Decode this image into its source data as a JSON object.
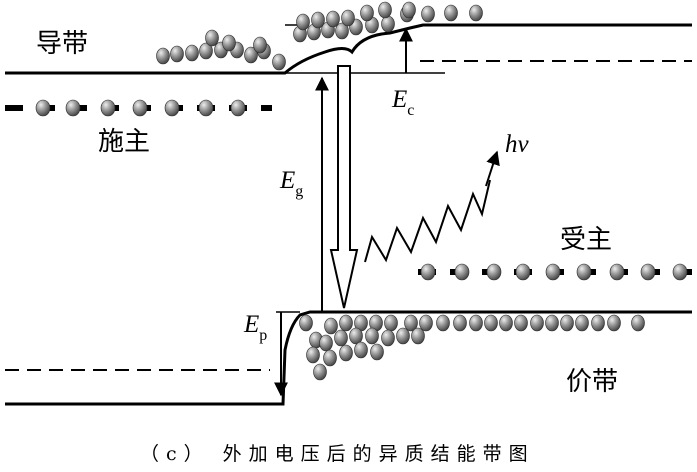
{
  "labels": {
    "conduction_band": "导带",
    "donor": "施主",
    "acceptor": "受主",
    "valence_band": "价带",
    "photon": "hν",
    "E_c": {
      "symbol": "E",
      "sub": "c"
    },
    "E_g": {
      "symbol": "E",
      "sub": "g"
    },
    "E_p": {
      "symbol": "E",
      "sub": "p"
    },
    "caption": "（c） 外加电压后的异质结能带图"
  },
  "colors": {
    "line": "#000000",
    "particle": "#6b6b6b",
    "particle_highlight": "#e6e6e6"
  }
}
